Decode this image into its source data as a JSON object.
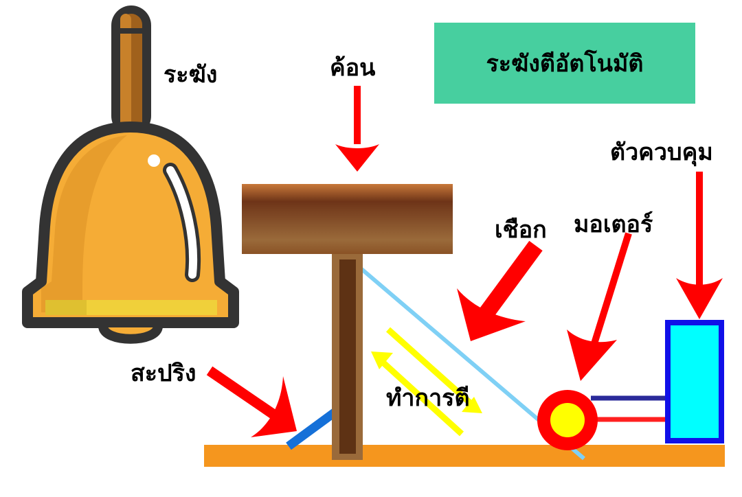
{
  "title": "ระฆังตีอัตโนมัติ",
  "labels": {
    "bell": "ระฆัง",
    "hammer": "ค้อน",
    "controller": "ตัวควบคุม",
    "rope": "เชือก",
    "motor": "มอเตอร์",
    "spring": "สะปริง",
    "strike": "ทำการตี"
  },
  "colors": {
    "title_bg": "#47cf9f",
    "arrow": "#ff0000",
    "base": "#f5961e",
    "hammer_head": "#8b4a24",
    "hammer_handle": "#6b3a16",
    "bell_body": "#f5ac36",
    "bell_band": "#f0d03a",
    "bell_outline": "#333333",
    "rope": "#7fd0f5",
    "spring": "#1570d8",
    "motor_outer": "#ff0000",
    "motor_inner": "#ffff00",
    "controller_fill": "#00ffff",
    "controller_border": "#1010e8",
    "shaft": "#2a2a9a",
    "strike_arrows": "#ffff00"
  }
}
